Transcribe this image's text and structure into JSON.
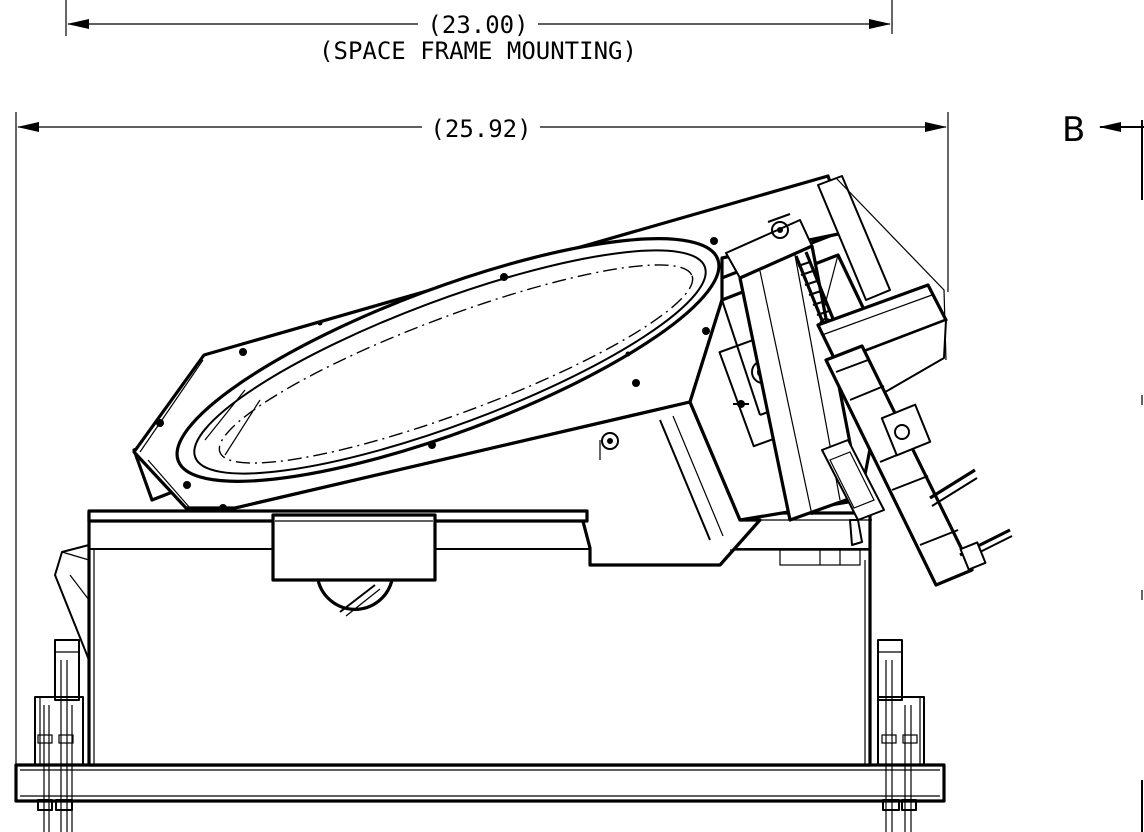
{
  "dimensions": {
    "top_value": "(23.00)",
    "top_note": "(SPACE FRAME MOUNTING)",
    "overall_value": "(25.92)"
  },
  "section_marker": {
    "label": "B"
  },
  "colors": {
    "line": "#000000",
    "background": "#ffffff"
  }
}
